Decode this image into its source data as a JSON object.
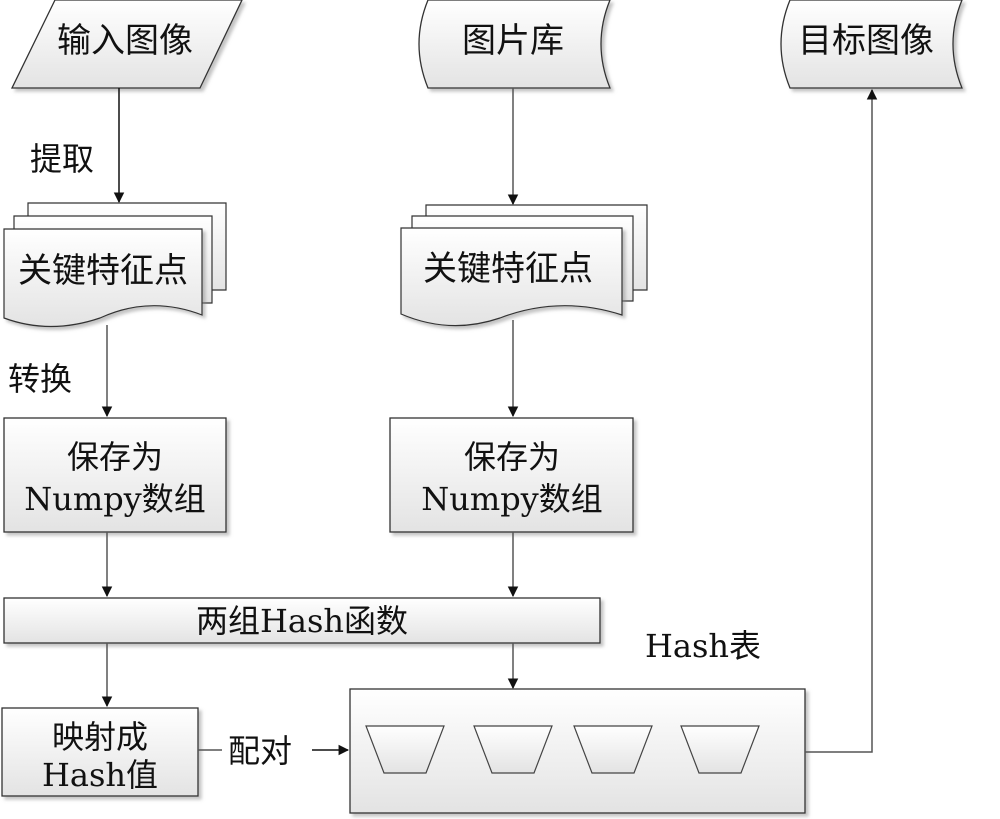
{
  "nodes": {
    "input_image": "输入图像",
    "image_library": "图片库",
    "target_image": "目标图像",
    "keypoints_left": "关键特征点",
    "keypoints_right": "关键特征点",
    "numpy_left_line1": "保存为",
    "numpy_left_line2": "Numpy数组",
    "numpy_right_line1": "保存为",
    "numpy_right_line2": "Numpy数组",
    "hash_functions": "两组Hash函数",
    "map_hash_line1": "映射成",
    "map_hash_line2": "Hash值",
    "hash_table_label": "Hash表"
  },
  "edges": {
    "extract": "提取",
    "convert": "转换",
    "pair": "配对"
  },
  "hash_table": {
    "bucket_count": 4
  }
}
